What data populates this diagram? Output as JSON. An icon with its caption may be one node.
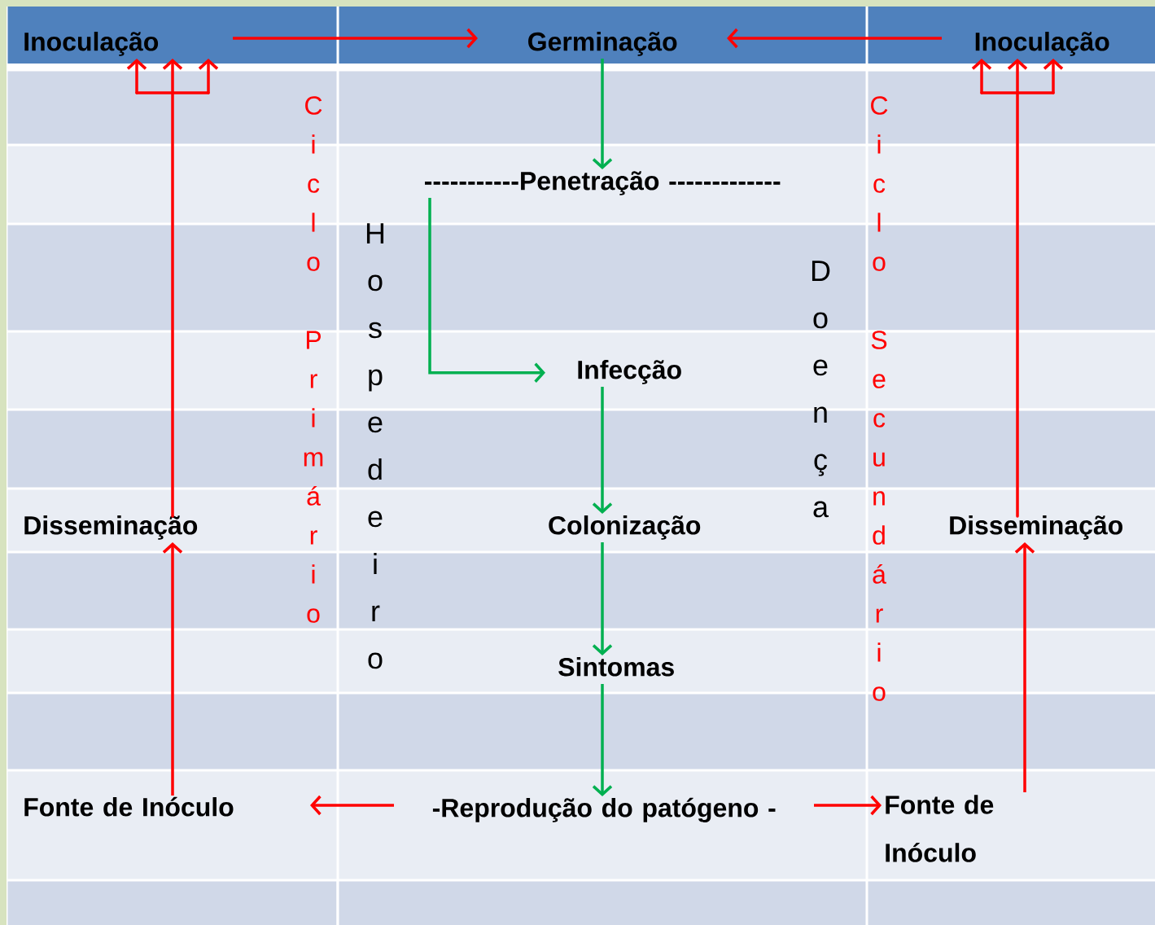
{
  "diagram": {
    "nodes": [
      {
        "text": [
          "Inoculação"
        ]
      },
      {
        "text": [
          "Germinação"
        ]
      },
      {
        "text": [
          "Inoculação"
        ]
      },
      {
        "text": [
          "-----------Penetração -------------"
        ]
      },
      {
        "text": [
          "Infecção"
        ]
      },
      {
        "text": [
          "Colonização"
        ]
      },
      {
        "text": [
          "Sintomas"
        ]
      },
      {
        "text": [
          "-Reprodução do patógeno -"
        ]
      },
      {
        "text": [
          "Fonte de Inóculo"
        ]
      },
      {
        "text": [
          "Fonte de Inóculo"
        ]
      },
      {
        "text": [
          "Disseminação"
        ]
      },
      {
        "text": [
          "Disseminação"
        ]
      }
    ],
    "edges": [
      {
        "from": 0,
        "to": 1,
        "arrow": "to"
      },
      {
        "from": 2,
        "to": 1,
        "arrow": "to"
      },
      {
        "from": 1,
        "to": 3,
        "arrow": "to",
        "color": "#00b050"
      },
      {
        "from": 3,
        "to": 4,
        "arrow": "to",
        "color": "#00b050"
      },
      {
        "from": 4,
        "to": 5,
        "arrow": "to",
        "color": "#00b050"
      },
      {
        "from": 5,
        "to": 6,
        "arrow": "to",
        "color": "#00b050"
      },
      {
        "from": 6,
        "to": 7,
        "arrow": "to",
        "color": "#00b050"
      },
      {
        "from": 7,
        "to": 8,
        "arrow": "to"
      },
      {
        "from": 7,
        "to": 9,
        "arrow": "to"
      },
      {
        "from": 10,
        "to": 0,
        "arrow": "to"
      },
      {
        "from": 8,
        "to": 10,
        "arrow": "to"
      },
      {
        "from": 11,
        "to": 2,
        "arrow": "to"
      },
      {
        "from": 9,
        "to": 11,
        "arrow": "to"
      }
    ],
    "labels": [
      "Ciclo Primário",
      "Hospedeiro",
      "Doença",
      "Ciclo Secundário"
    ]
  }
}
